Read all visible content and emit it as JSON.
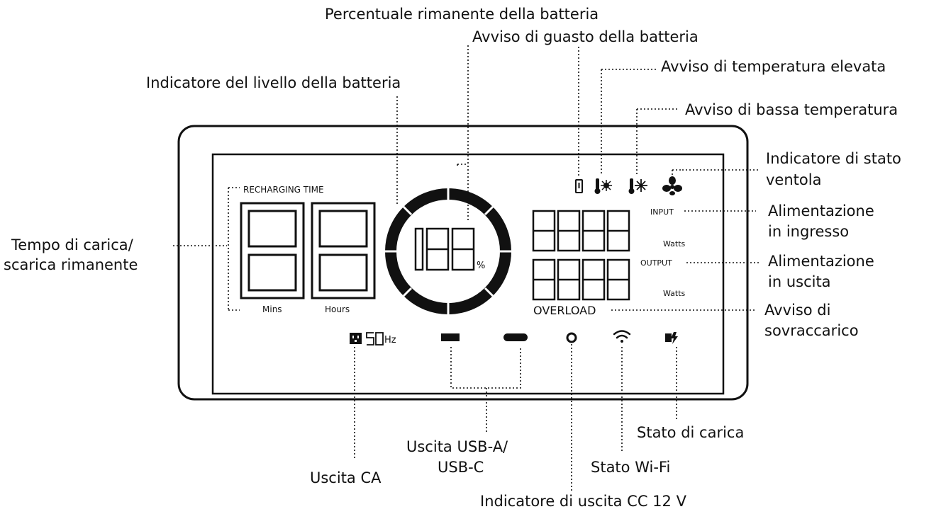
{
  "callouts": {
    "battery_percentage": "Percentuale rimanente della batteria",
    "battery_fault": "Avviso di guasto della batteria",
    "high_temp": "Avviso di temperatura elevata",
    "battery_level": "Indicatore del livello della batteria",
    "low_temp": "Avviso di bassa temperatura",
    "fan_status": [
      "Indicatore di stato",
      "ventola"
    ],
    "remaining_time": [
      "Tempo di carica/",
      "scarica rimanente"
    ],
    "input_power": [
      "Alimentazione",
      "in ingresso"
    ],
    "output_power": [
      "Alimentazione",
      "in uscita"
    ],
    "overload": [
      "Avviso di",
      "sovraccarico"
    ],
    "charge_status": "Stato di carica",
    "usb_output": [
      "Uscita USB-A/",
      "USB-C"
    ],
    "wifi_status": "Stato Wi-Fi",
    "ac_output": "Uscita CA",
    "dc_output": "Indicatore di uscita CC 12 V"
  },
  "display": {
    "recharging_time": "RECHARGING TIME",
    "mins": "Mins",
    "hours": "Hours",
    "percent_sign": "%",
    "input": "INPUT",
    "output": "OUTPUT",
    "watts": "Watts",
    "overload": "OVERLOAD",
    "ac_frequency": "50",
    "hz": "Hz"
  },
  "icons": [
    "battery-fault-icon",
    "high-temperature-icon",
    "low-temperature-icon",
    "fan-icon",
    "ac-outlet-icon",
    "usb-a-icon",
    "usb-c-icon",
    "dc-output-icon",
    "wifi-icon",
    "charging-icon"
  ]
}
